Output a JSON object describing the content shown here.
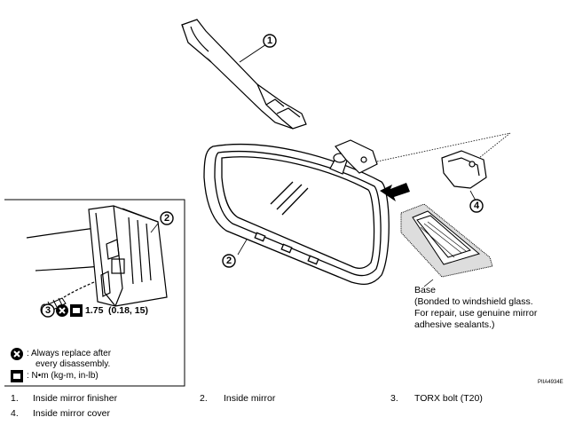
{
  "callouts": {
    "c1": "1",
    "c2a": "2",
    "c2b": "2",
    "c3": "3",
    "c4": "4"
  },
  "torque": {
    "value": "1.75",
    "alt": "(0.18, 15)"
  },
  "legend": {
    "replace_line1": ": Always replace after",
    "replace_line2": "every disassembly.",
    "torque_units": ": N•m (kg-m, in-lb)"
  },
  "base_note": {
    "title": "Base",
    "line1": "(Bonded to windshield glass.",
    "line2": "For repair, use genuine mirror",
    "line3": "adhesive sealants.)"
  },
  "figure_code": "PIIA4934E",
  "parts": [
    {
      "num": "1.",
      "name": "Inside mirror finisher"
    },
    {
      "num": "2.",
      "name": "Inside mirror"
    },
    {
      "num": "3.",
      "name": "TORX bolt (T20)"
    },
    {
      "num": "4.",
      "name": "Inside mirror cover"
    }
  ]
}
